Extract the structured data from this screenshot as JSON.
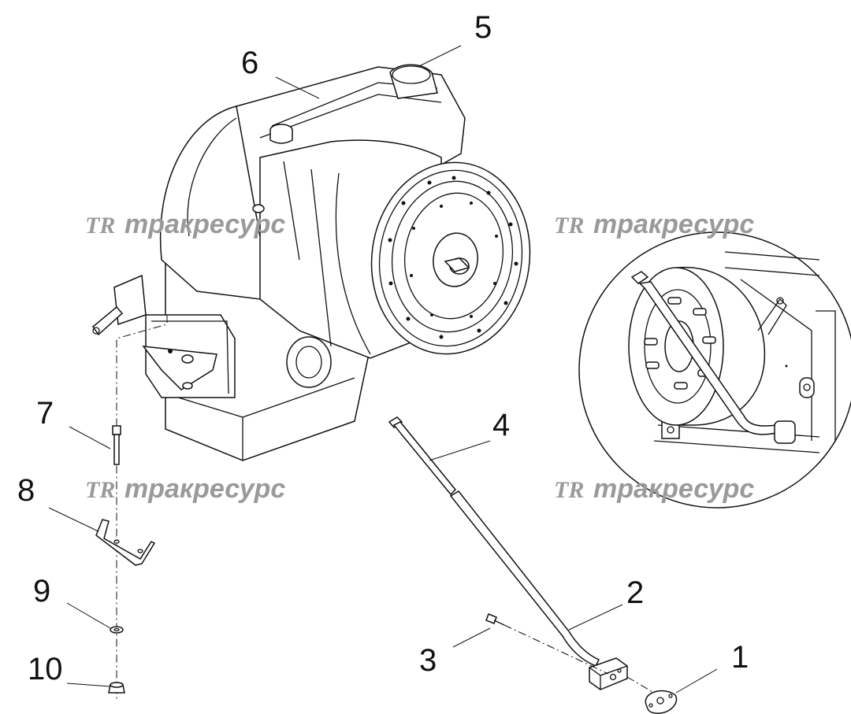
{
  "callouts": {
    "c1": "1",
    "c2": "2",
    "c3": "3",
    "c4": "4",
    "c5": "5",
    "c6": "6",
    "c7": "7",
    "c8": "8",
    "c9": "9",
    "c10": "10"
  },
  "watermark": {
    "logo": "TR",
    "text": "тракресурс"
  }
}
